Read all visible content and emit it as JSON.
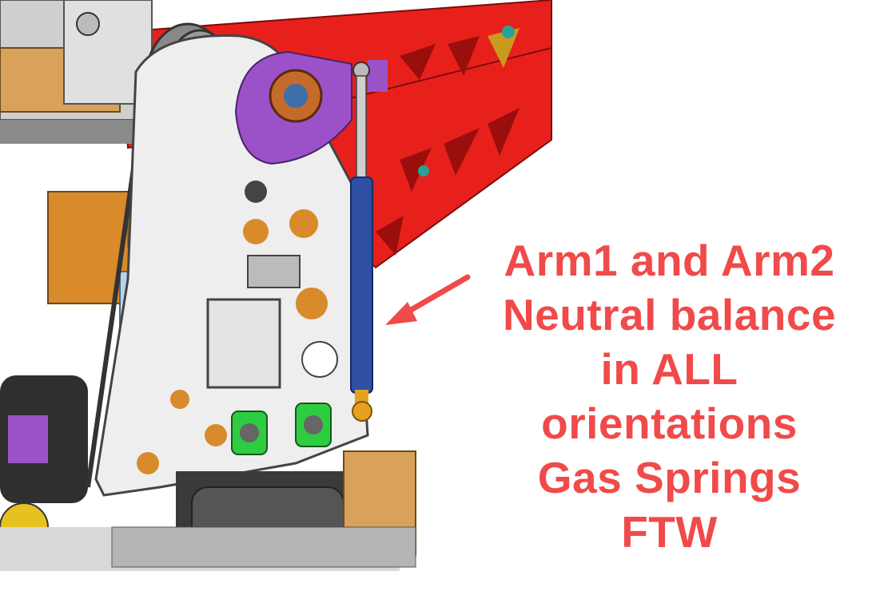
{
  "annotation": {
    "lines": [
      "Arm1 and Arm2",
      "Neutral balance",
      "in ALL",
      "orientations",
      "Gas Springs",
      "FTW"
    ]
  },
  "colors": {
    "annotation_text": "#f04a4a",
    "arrow": "#f04a4a",
    "arm_frame": "#e8201c",
    "side_plate": "#eeeeee",
    "gas_spring_body": "#2f4fa3",
    "rod_end": "#e6a21f",
    "bracket_purple": "#9b52c9",
    "bearing_green": "#2ecc40"
  },
  "icons": [
    "arrow-pointer"
  ]
}
